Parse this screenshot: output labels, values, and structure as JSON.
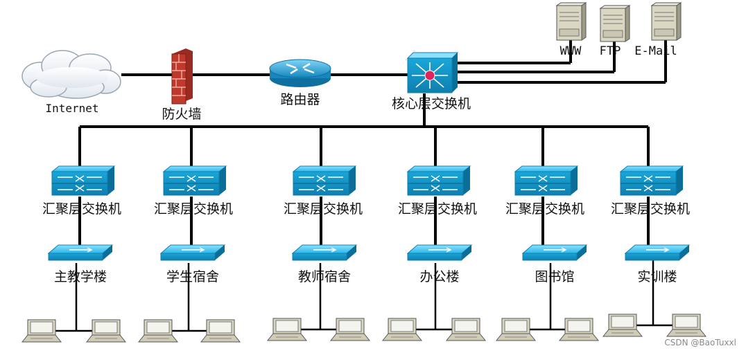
{
  "top": {
    "internet": "Internet",
    "firewall": "防火墙",
    "router": "路由器",
    "core_switch": "核心层交换机",
    "servers": [
      {
        "id": "www",
        "label": "WWW"
      },
      {
        "id": "ftp",
        "label": "FTP"
      },
      {
        "id": "email",
        "label": "E-Mail"
      }
    ]
  },
  "branches": [
    {
      "agg": "汇聚层交换机",
      "access": "主教学楼"
    },
    {
      "agg": "汇聚层交换机",
      "access": "学生宿舍"
    },
    {
      "agg": "汇聚层交换机",
      "access": "教师宿舍"
    },
    {
      "agg": "汇聚层交换机",
      "access": "办公楼"
    },
    {
      "agg": "汇聚层交换机",
      "access": "图书馆"
    },
    {
      "agg": "汇聚层交换机",
      "access": "实训楼"
    }
  ],
  "watermark": "CSDN @BaoTuxxl",
  "colors": {
    "switch_blue": "#1aa6d8",
    "switch_light": "#6fd0f2",
    "firewall_red": "#c0392b",
    "server_beige": "#d9d6c2",
    "line": "#000000"
  }
}
